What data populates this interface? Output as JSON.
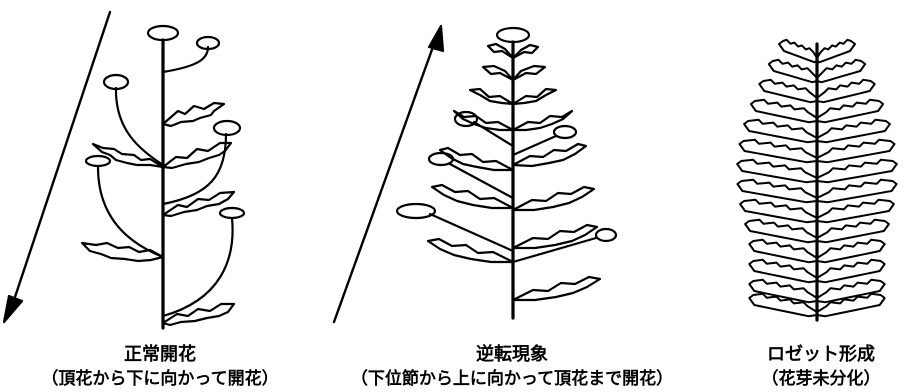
{
  "panels": [
    {
      "id": "normal",
      "title": "正常開花",
      "subtitle": "（頂花から下に向かって開花）",
      "arrow_direction": "down",
      "flower_count": 6
    },
    {
      "id": "reverse",
      "title": "逆転現象",
      "subtitle": "（下位節から上に向かって頂花まで開花）",
      "arrow_direction": "up",
      "flower_count": 6
    },
    {
      "id": "rosette",
      "title": "ロゼット形成",
      "subtitle": "（花芽未分化）",
      "arrow_direction": "none",
      "flower_count": 0
    }
  ],
  "colors": {
    "stroke": "#000000",
    "background": "#ffffff"
  }
}
